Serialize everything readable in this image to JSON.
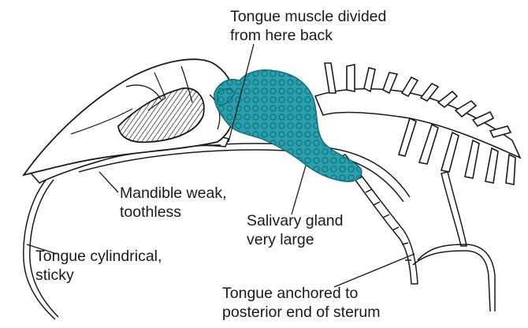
{
  "labels": {
    "tongue_muscle": {
      "line1": "Tongue muscle divided",
      "line2": "from here back"
    },
    "mandible": {
      "line1": "Mandible weak,",
      "line2": "toothless"
    },
    "salivary_gland": {
      "line1": "Salivary gland",
      "line2": "very large"
    },
    "tongue_cylindrical": {
      "line1": "Tongue cylindrical,",
      "line2": "sticky"
    },
    "tongue_anchored": {
      "line1": "Tongue anchored to",
      "line2": "posterior end of sterum"
    }
  },
  "colors": {
    "gland": "#2a9fad",
    "gland_dark": "#116c78",
    "line": "#1a1a1a",
    "bone_fill": "#ffffff"
  }
}
